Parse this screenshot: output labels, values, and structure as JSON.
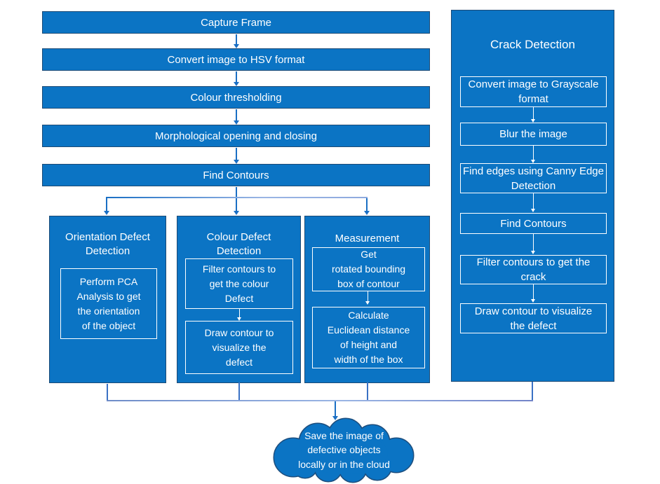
{
  "colors": {
    "box_fill": "#0b74c4",
    "box_border": "#1c4a75",
    "arrow_blue": "#1a6fc4",
    "connector_light": "#9ab5e4",
    "text": "#ffffff"
  },
  "main_flow": {
    "steps": [
      "Capture Frame",
      "Convert image to HSV format",
      "Colour thresholding",
      "Morphological opening and closing",
      "Find Contours"
    ]
  },
  "branches": [
    {
      "title": "Orientation Defect\nDetection",
      "steps": [
        "Perform PCA\nAnalysis to get\nthe orientation\nof the object"
      ]
    },
    {
      "title": "Colour Defect\nDetection",
      "steps": [
        "Filter contours to\nget the colour\nDefect",
        "Draw contour to\nvisualize the\ndefect"
      ]
    },
    {
      "title": "Measurement",
      "steps": [
        "Get\nrotated bounding\nbox of contour",
        "Calculate\nEuclidean distance\nof height and\nwidth of the box"
      ]
    }
  ],
  "crack_detection": {
    "title": "Crack Detection",
    "steps": [
      "Convert image to Grayscale\nformat",
      "Blur the image",
      "Find edges using Canny Edge\nDetection",
      "Find Contours",
      "Filter contours to get the\ncrack",
      "Draw contour to visualize\nthe defect"
    ]
  },
  "cloud": {
    "text": "Save the image of\ndefective objects\nlocally or in the cloud"
  }
}
